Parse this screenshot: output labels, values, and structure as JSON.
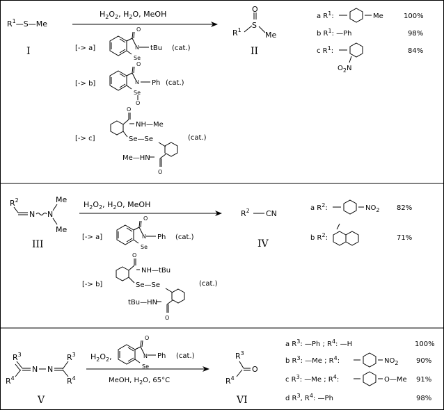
{
  "schemes": [
    {
      "substrate": {
        "label": "R1—S—Me",
        "number": "I"
      },
      "conditions": "H2O2, H2O, MeOH",
      "catalysts": [
        {
          "tag": "[-> a]",
          "amine": "tBu",
          "se": "Se",
          "note": "(cat.)"
        },
        {
          "tag": "[-> b]",
          "amine": "Ph",
          "se": "Se",
          "note": "(cat.)"
        },
        {
          "tag": "[-> c]",
          "amine": "NH—Me",
          "amine2": "Me—HN",
          "se": "Se—Se",
          "note": "(cat.)"
        }
      ],
      "product": {
        "label": "R1, S, Me, O",
        "number": "II"
      },
      "results": [
        {
          "id": "a",
          "r": "R1:",
          "group": "Me",
          "yield": "100%"
        },
        {
          "id": "b",
          "r": "R1: —Ph",
          "yield": "98%"
        },
        {
          "id": "c",
          "r": "R1:",
          "group": "O2N",
          "yield": "84%"
        }
      ]
    },
    {
      "substrate": {
        "label": "R2, N, Me",
        "number": "III"
      },
      "conditions": "H2O2, H2O, MeOH",
      "catalysts": [
        {
          "tag": "[-> a]",
          "amine": "Ph",
          "se": "Se",
          "note": "(cat.)"
        },
        {
          "tag": "[-> b]",
          "amine": "NH—tBu",
          "amine2": "tBu—HN",
          "se": "Se—Se",
          "note": "(cat.)"
        }
      ],
      "product": {
        "label": "R2—CN",
        "number": "IV"
      },
      "results": [
        {
          "id": "a",
          "r": "R2:",
          "group": "NO2",
          "yield": "82%"
        },
        {
          "id": "b",
          "r": "R2:",
          "yield": "71%"
        }
      ]
    },
    {
      "substrate": {
        "label": "R3, R4, N—N",
        "number": "V"
      },
      "conditions_top": "H2O2,",
      "conditions_bottom": "MeOH, H2O, 65°C",
      "catalyst": {
        "amine": "Ph",
        "se": "Se",
        "note": "(cat.)"
      },
      "product": {
        "label": "R3, R4, O",
        "number": "VI"
      },
      "results": [
        {
          "id": "a",
          "r": "R3: —Ph ; R4: —H",
          "yield": "100%"
        },
        {
          "id": "b",
          "r": "R3: —Me ; R4:",
          "group": "NO2",
          "yield": "90%"
        },
        {
          "id": "c",
          "r": "R3: —Me ; R4:",
          "group": "O—Me",
          "yield": "91%"
        },
        {
          "id": "d",
          "r": "R3, R4: —Ph",
          "yield": "98%"
        }
      ]
    }
  ]
}
